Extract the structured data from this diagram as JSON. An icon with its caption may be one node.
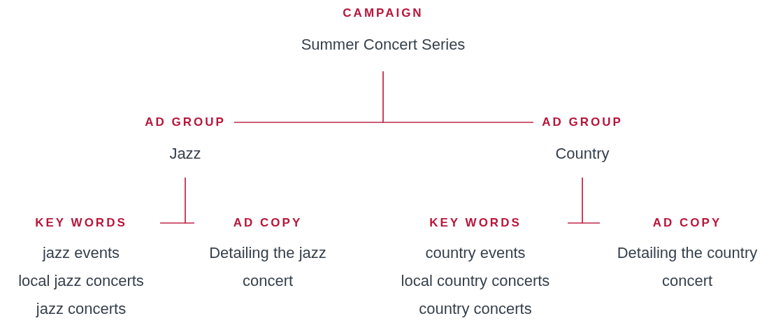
{
  "diagram": {
    "nodes": [
      {
        "text": [
          "CAMPAIGN",
          "Summer Concert Series"
        ]
      },
      {
        "text": [
          "AD GROUP",
          "Jazz"
        ]
      },
      {
        "text": [
          "AD GROUP",
          "Country"
        ]
      },
      {
        "text": [
          "KEY WORDS",
          "jazz events",
          "local jazz concerts",
          "jazz concerts"
        ]
      },
      {
        "text": [
          "AD COPY",
          "Detailing the jazz concert"
        ]
      },
      {
        "text": [
          "KEY WORDS",
          "country events",
          "local country concerts",
          "country concerts"
        ]
      },
      {
        "text": [
          "AD COPY",
          "Detailing the country concert"
        ]
      }
    ],
    "edges": [
      {
        "from": 0,
        "to": 1,
        "arrow": "none"
      },
      {
        "from": 0,
        "to": 2,
        "arrow": "none"
      },
      {
        "from": 1,
        "to": 3,
        "arrow": "none"
      },
      {
        "from": 1,
        "to": 4,
        "arrow": "none"
      },
      {
        "from": 2,
        "to": 5,
        "arrow": "none"
      },
      {
        "from": 2,
        "to": 6,
        "arrow": "none"
      }
    ]
  }
}
